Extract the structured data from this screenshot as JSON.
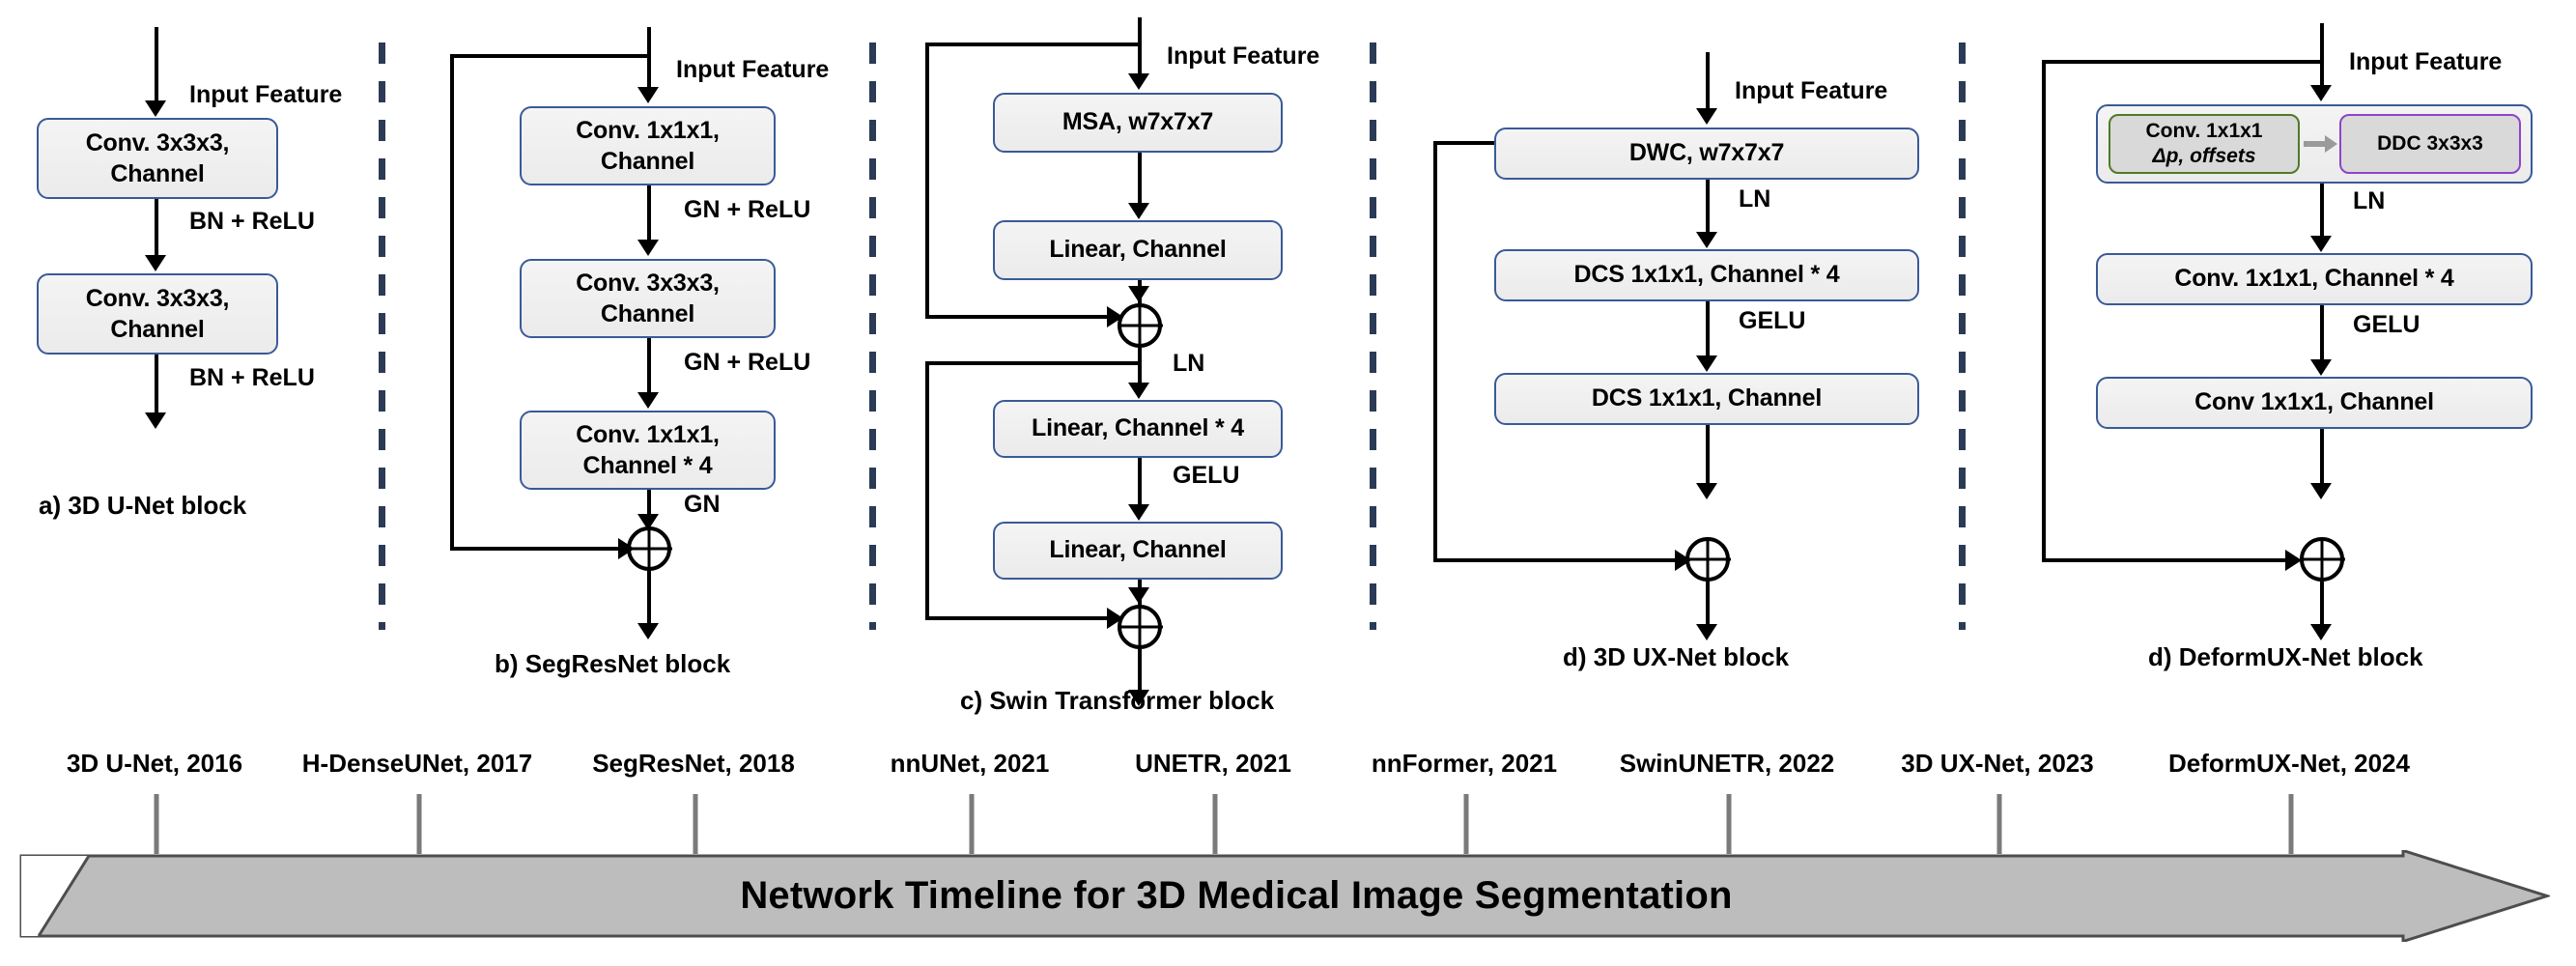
{
  "figure": {
    "title": "Network Timeline for 3D Medical Image Segmentation"
  },
  "panels": [
    {
      "id": "a",
      "caption": "a) 3D U-Net  block",
      "input_label": "Input Feature",
      "boxes": [
        {
          "line1": "Conv. 3x3x3,",
          "line2": "Channel"
        },
        {
          "line1": "Conv. 3x3x3,",
          "line2": "Channel"
        }
      ],
      "edge_labels": [
        "BN + ReLU",
        "BN + ReLU"
      ]
    },
    {
      "id": "b",
      "caption": "b) SegResNet block",
      "input_label": "Input Feature",
      "boxes": [
        {
          "line1": "Conv. 1x1x1,",
          "line2": "Channel"
        },
        {
          "line1": "Conv. 3x3x3,",
          "line2": "Channel"
        },
        {
          "line1": "Conv. 1x1x1,",
          "line2": "Channel * 4"
        }
      ],
      "edge_labels": [
        "GN + ReLU",
        "GN + ReLU",
        "GN"
      ]
    },
    {
      "id": "c",
      "caption": "c) Swin Transformer block",
      "input_label": "Input Feature",
      "boxes": [
        {
          "line1": "MSA, w7x7x7"
        },
        {
          "line1": "Linear, Channel"
        },
        {
          "line1": "Linear, Channel * 4"
        },
        {
          "line1": "Linear, Channel"
        }
      ],
      "edge_labels": [
        "LN",
        "GELU"
      ]
    },
    {
      "id": "d1",
      "caption": "d) 3D UX-Net block",
      "input_label": "Input Feature",
      "boxes": [
        {
          "line1": "DWC, w7x7x7"
        },
        {
          "line1": "DCS 1x1x1, Channel * 4"
        },
        {
          "line1": "DCS 1x1x1, Channel"
        }
      ],
      "edge_labels": [
        "LN",
        "GELU"
      ]
    },
    {
      "id": "d2",
      "caption": "d) DeformUX-Net block",
      "input_label": "Input Feature",
      "subboxes": [
        {
          "line1": "Conv. 1x1x1",
          "line2": "Δp, offsets",
          "color": "#4e7a27"
        },
        {
          "line1": "DDC 3x3x3",
          "line2": "",
          "color": "#8e44c8"
        }
      ],
      "boxes": [
        {
          "line1": "Conv. 1x1x1, Channel * 4"
        },
        {
          "line1": "Conv 1x1x1, Channel"
        }
      ],
      "edge_labels": [
        "LN",
        "GELU"
      ]
    }
  ],
  "timeline": {
    "title": "Network Timeline for 3D Medical Image Segmentation",
    "entries": [
      {
        "label": "3D U-Net, 2016"
      },
      {
        "label": "H-DenseUNet, 2017"
      },
      {
        "label": "SegResNet, 2018"
      },
      {
        "label": "nnUNet, 2021"
      },
      {
        "label": "UNETR, 2021"
      },
      {
        "label": "nnFormer, 2021"
      },
      {
        "label": "SwinUNETR, 2022"
      },
      {
        "label": "3D UX-Net, 2023"
      },
      {
        "label": "DeformUX-Net, 2024"
      }
    ]
  },
  "colors": {
    "box_border": "#3a5a97",
    "box_fill": "#f0f0f0",
    "green_border": "#4e7a27",
    "purple_border": "#8e44c8",
    "separator": "#2b3a55",
    "timeline_fill": "#bdbdbd",
    "timeline_stroke": "#4d4d4d",
    "tick": "#7a7a7a"
  }
}
